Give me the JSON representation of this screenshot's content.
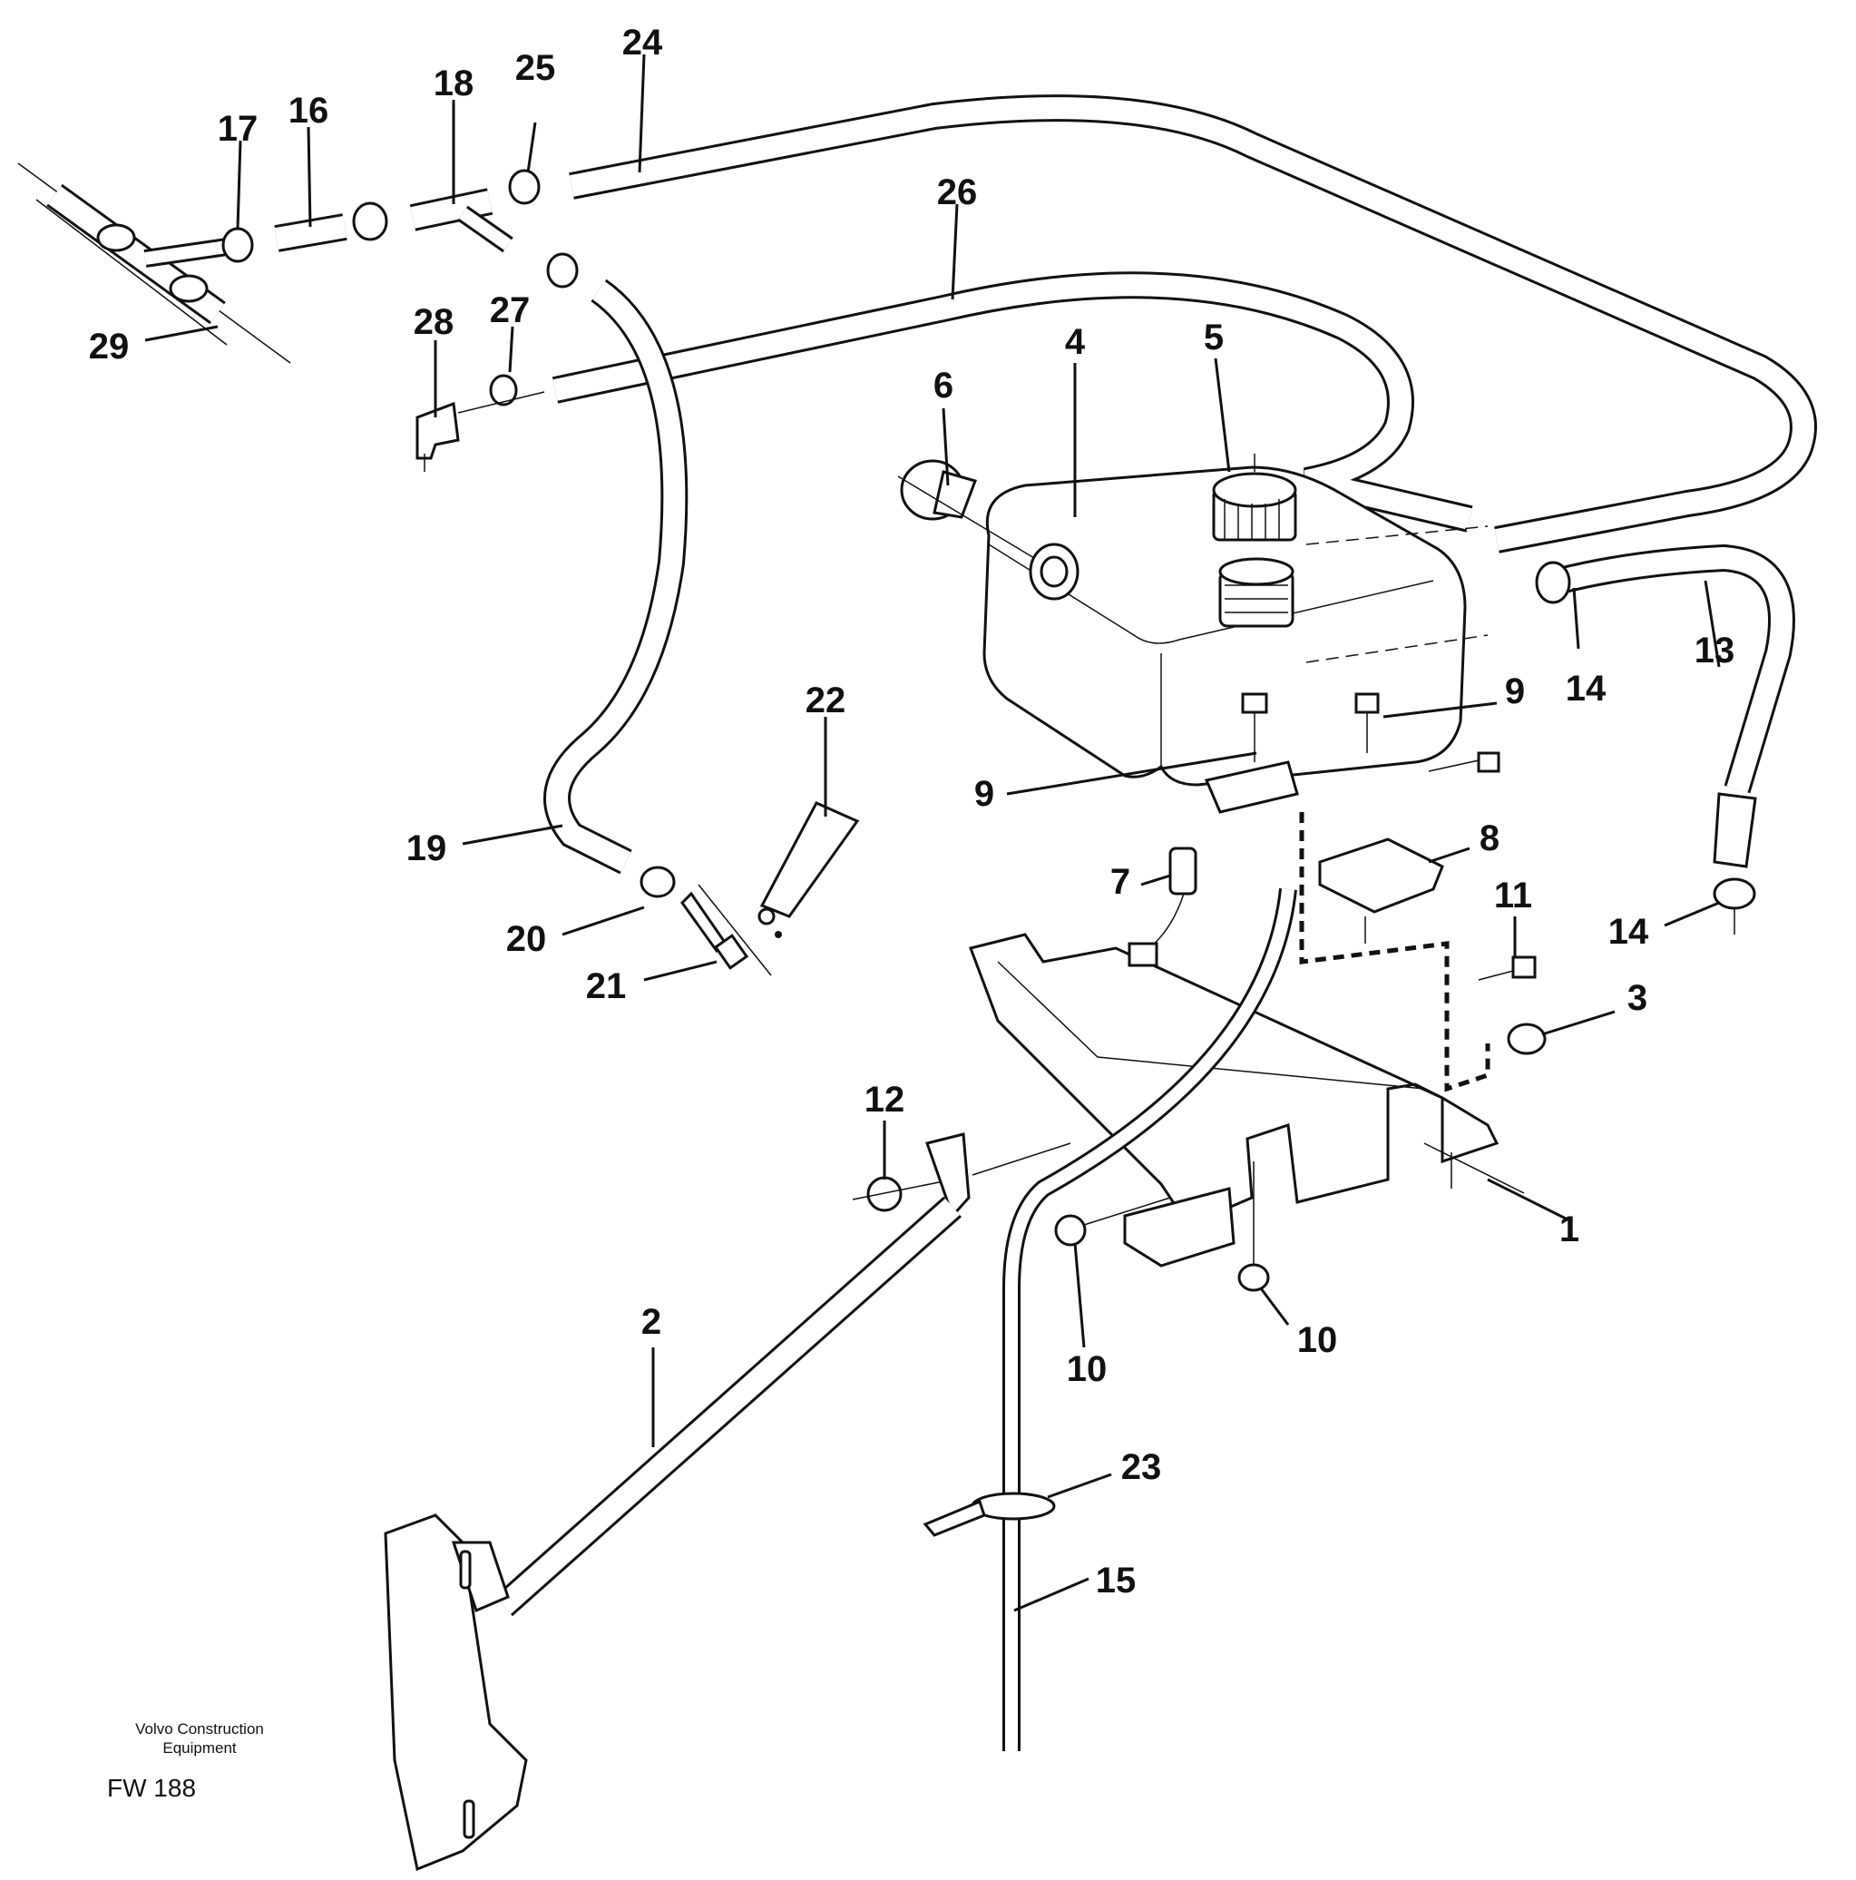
{
  "callouts": [
    {
      "id": "1",
      "label": "1"
    },
    {
      "id": "2",
      "label": "2"
    },
    {
      "id": "3",
      "label": "3"
    },
    {
      "id": "4",
      "label": "4"
    },
    {
      "id": "5",
      "label": "5"
    },
    {
      "id": "6",
      "label": "6"
    },
    {
      "id": "7",
      "label": "7"
    },
    {
      "id": "8",
      "label": "8"
    },
    {
      "id": "9a",
      "label": "9"
    },
    {
      "id": "9b",
      "label": "9"
    },
    {
      "id": "10a",
      "label": "10"
    },
    {
      "id": "10b",
      "label": "10"
    },
    {
      "id": "11",
      "label": "11"
    },
    {
      "id": "12",
      "label": "12"
    },
    {
      "id": "13",
      "label": "13"
    },
    {
      "id": "14a",
      "label": "14"
    },
    {
      "id": "14b",
      "label": "14"
    },
    {
      "id": "15",
      "label": "15"
    },
    {
      "id": "16",
      "label": "16"
    },
    {
      "id": "17",
      "label": "17"
    },
    {
      "id": "18",
      "label": "18"
    },
    {
      "id": "19",
      "label": "19"
    },
    {
      "id": "20",
      "label": "20"
    },
    {
      "id": "21",
      "label": "21"
    },
    {
      "id": "22",
      "label": "22"
    },
    {
      "id": "23",
      "label": "23"
    },
    {
      "id": "24",
      "label": "24"
    },
    {
      "id": "25",
      "label": "25"
    },
    {
      "id": "26",
      "label": "26"
    },
    {
      "id": "27",
      "label": "27"
    },
    {
      "id": "28",
      "label": "28"
    },
    {
      "id": "29",
      "label": "29"
    }
  ],
  "caption": {
    "line1": "Volvo Construction",
    "line2": "Equipment",
    "code": "FW 188"
  }
}
